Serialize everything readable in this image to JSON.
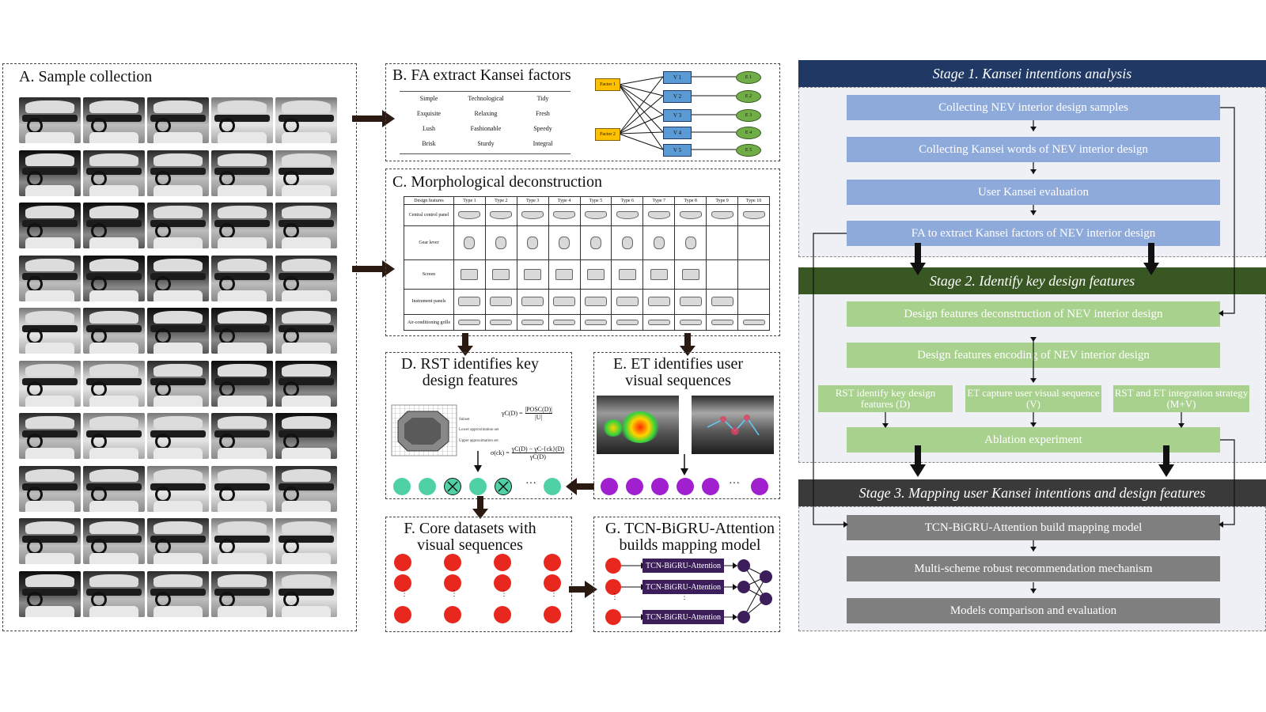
{
  "panels": {
    "a_title": "A. Sample collection",
    "b_title": "B. FA extract Kansei factors",
    "c_title": "C. Morphological deconstruction",
    "d_title": "D. RST identifies key design features",
    "e_title": "E. ET identifies user visual sequences",
    "f_title": "F. Core datasets with visual sequences",
    "g_title": "G. TCN-BiGRU-Attention builds mapping model"
  },
  "kansei_words": [
    "Simple",
    "Technological",
    "Tidy",
    "Exquisite",
    "Relaxing",
    "Fresh",
    "Lush",
    "Fashionable",
    "Speedy",
    "Brisk",
    "Sturdy",
    "Integral"
  ],
  "fa_model": {
    "factors": [
      "Factor 1",
      "Factor 2"
    ],
    "variables": [
      "V 1",
      "V 2",
      "V 3",
      "V 4",
      "V 5"
    ],
    "errors": [
      "E 1",
      "E 2",
      "E 3",
      "E 4",
      "E 5"
    ]
  },
  "morph_table": {
    "header": [
      "Design features",
      "Type 1",
      "Type 2",
      "Type 3",
      "Type 4",
      "Type 5",
      "Type 6",
      "Type 7",
      "Type 8",
      "Type 9",
      "Type 10"
    ],
    "rows": [
      "Central control panel",
      "Gear lever",
      "Screen",
      "Instrument panels",
      "Air-conditioning grille"
    ]
  },
  "rst": {
    "formula1_left": "γC(D) =",
    "formula1_num": "|POSC(D)|",
    "formula1_den": "|U|",
    "formula2_left": "σ(ck) =",
    "formula2_num": "γC(D) − γC-{ck}(D)",
    "formula2_den": "γC(D)",
    "legend": [
      "Subset",
      "Lower approximation set",
      "Upper approximation set"
    ]
  },
  "ellipsis": "···",
  "tcn_label": "TCN-BiGRU-Attention",
  "stages": {
    "s1_title": "Stage 1. Kansei intentions analysis",
    "s1_steps": [
      "Collecting NEV interior design samples",
      "Collecting Kansei words of NEV interior design",
      "User Kansei evaluation",
      "FA to extract Kansei factors of NEV interior design"
    ],
    "s2_title": "Stage 2. Identify key design features",
    "s2_steps": [
      "Design features deconstruction of NEV interior design",
      "Design features encoding of NEV interior design"
    ],
    "s2_branch": [
      "RST identify key design features (D)",
      "ET capture user visual sequence (V)",
      "RST and ET integration strategy (M+V)"
    ],
    "s2_last": "Ablation experiment",
    "s3_title": "Stage 3. Mapping user Kansei intentions and design features",
    "s3_steps": [
      "TCN-BiGRU-Attention build mapping model",
      "Multi-scheme robust recommendation mechanism",
      "Models comparison and evaluation"
    ]
  },
  "colors": {
    "stage1": "#1f3864",
    "stage2": "#385723",
    "stage3": "#3a3a3a",
    "blue_box": "#8eaadb",
    "green_box": "#a9d18e",
    "grey_box": "#7f7f7f",
    "teal_dot": "#4fd1a5",
    "purple_dot": "#a020d0",
    "red_dot": "#e8281f",
    "tcn_box": "#3b1e5a"
  }
}
